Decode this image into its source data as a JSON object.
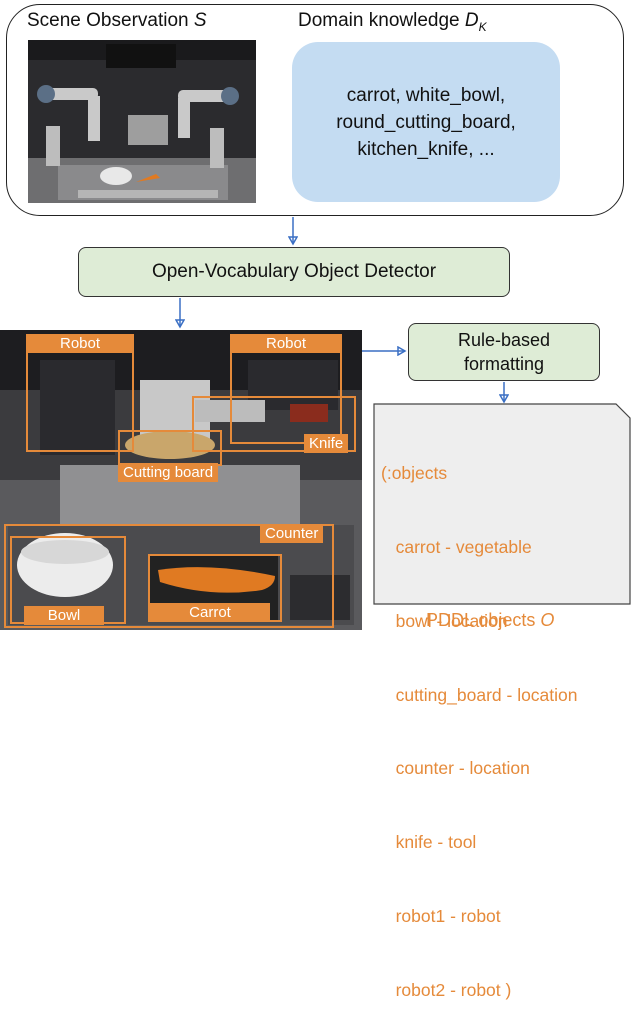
{
  "top_panel": {
    "scene_title": "Scene Observation ",
    "scene_symbol": "S",
    "dk_title": "Domain knowledge ",
    "dk_symbol": "D",
    "dk_subscript": "K",
    "dk_lines": [
      "carrot, white_bowl,",
      "round_cutting_board,",
      "kitchen_knife, ..."
    ]
  },
  "detector": {
    "label": "Open-Vocabulary Object Detector"
  },
  "rule_box": {
    "line1": "Rule-based",
    "line2": "formatting"
  },
  "detections": {
    "robot_left": "Robot",
    "robot_right": "Robot",
    "knife": "Knife",
    "cutting_board": "Cutting board",
    "counter": "Counter",
    "bowl": "Bowl",
    "carrot": "Carrot"
  },
  "pddl": {
    "lines": [
      "(:objects",
      "   carrot - vegetable",
      "   bowl - location",
      "   cutting_board - location",
      "   counter - location",
      "   knife - tool",
      "   robot1 - robot",
      "   robot2 - robot )"
    ],
    "caption": "PDDL objects ",
    "caption_symbol": "O"
  },
  "colors": {
    "orange": "#e58a3a",
    "blue_panel": "#c4dcf2",
    "green_box": "#deecd6",
    "arrow": "#3a6fc4"
  }
}
